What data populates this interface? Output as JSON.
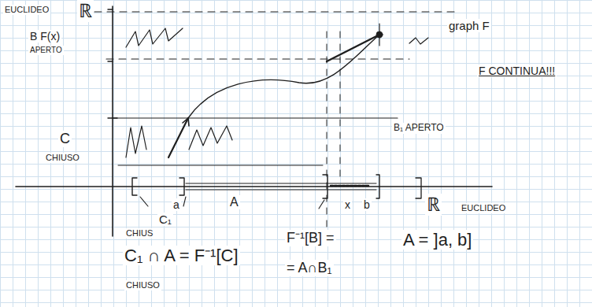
{
  "diagram": {
    "labels": [
      "EUCLIDEO",
      "ℝ",
      "B F(x)",
      "APERTO",
      "graph F",
      "F CONTINUA!!!",
      "C",
      "CHIUSO",
      "B₁ APERTO",
      "ℝ",
      "EUCLIDEO",
      "a",
      "A",
      "x",
      "b",
      "CHIUS",
      "C₁",
      "C₁ ∩ A = F⁻¹[C]",
      "CHIUSO",
      "F⁻¹[B] =",
      "= A∩B₁",
      "A = ]a, b]"
    ]
  }
}
